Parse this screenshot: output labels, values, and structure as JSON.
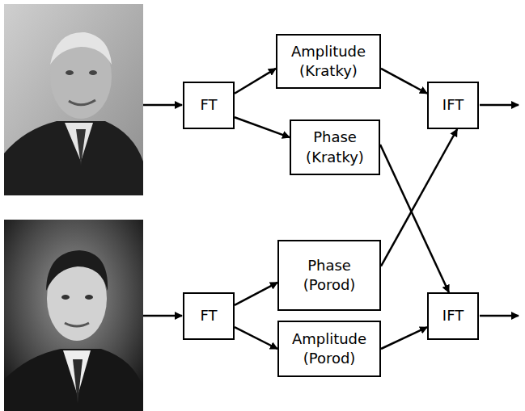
{
  "diagram": {
    "nodes": [
      {
        "text": [
          "FT"
        ]
      },
      {
        "text": [
          "Amplitude (Kratky)"
        ]
      },
      {
        "text": [
          "Phase (Kratky)"
        ]
      },
      {
        "text": [
          "IFT"
        ]
      },
      {
        "text": [
          "Phase (Porod)"
        ]
      },
      {
        "text": [
          "FT"
        ]
      },
      {
        "text": [
          "Amplitude (Porod)"
        ]
      },
      {
        "text": [
          "IFT"
        ]
      }
    ],
    "edges": [
      {
        "from": 0,
        "to": 1,
        "arrow": "to"
      },
      {
        "from": 0,
        "to": 2,
        "arrow": "to"
      },
      {
        "from": 1,
        "to": 3,
        "arrow": "to"
      },
      {
        "from": 2,
        "to": 7,
        "arrow": "to"
      },
      {
        "from": 4,
        "to": 3,
        "arrow": "to"
      },
      {
        "from": 5,
        "to": 4,
        "arrow": "to"
      },
      {
        "from": 5,
        "to": 6,
        "arrow": "to"
      },
      {
        "from": 6,
        "to": 7,
        "arrow": "to"
      }
    ]
  }
}
